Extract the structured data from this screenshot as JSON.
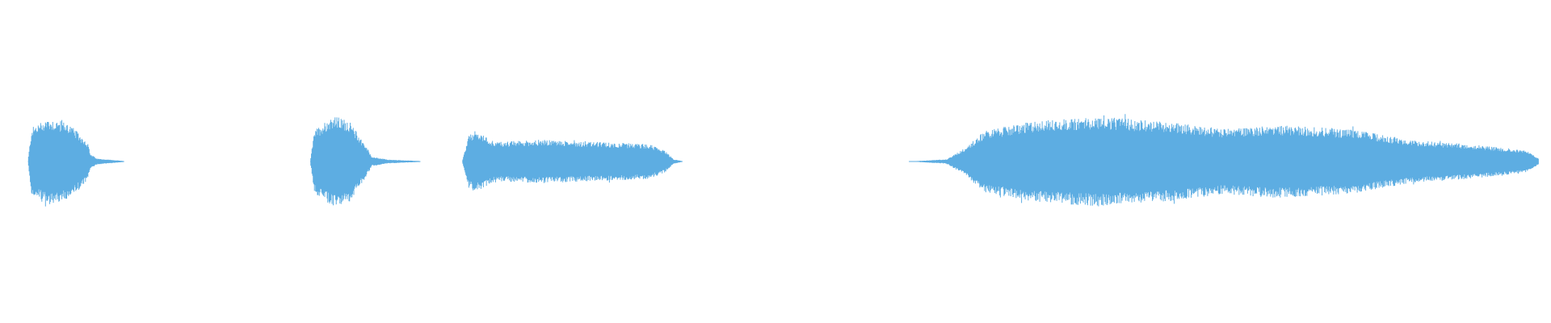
{
  "waveform": {
    "color": "#5DADE2",
    "background": "#ffffff",
    "segments": [
      {
        "name": "segment-1",
        "start": 0.018,
        "end": 0.08,
        "peak": 0.5,
        "envelope": [
          [
            0.0,
            0.0
          ],
          [
            0.04,
            0.7
          ],
          [
            0.2,
            0.9
          ],
          [
            0.42,
            0.8
          ],
          [
            0.62,
            0.4
          ],
          [
            0.65,
            0.15
          ],
          [
            0.72,
            0.06
          ],
          [
            1.0,
            0.01
          ]
        ]
      },
      {
        "name": "segment-2",
        "start": 0.2,
        "end": 0.271,
        "peak": 0.5,
        "envelope": [
          [
            0.0,
            0.0
          ],
          [
            0.04,
            0.65
          ],
          [
            0.2,
            0.95
          ],
          [
            0.35,
            0.85
          ],
          [
            0.5,
            0.35
          ],
          [
            0.56,
            0.1
          ],
          [
            0.7,
            0.04
          ],
          [
            1.0,
            0.01
          ]
        ]
      },
      {
        "name": "segment-3",
        "start": 0.298,
        "end": 0.44,
        "peak": 0.45,
        "envelope": [
          [
            0.0,
            0.0
          ],
          [
            0.03,
            0.6
          ],
          [
            0.06,
            0.7
          ],
          [
            0.15,
            0.45
          ],
          [
            0.35,
            0.5
          ],
          [
            0.6,
            0.45
          ],
          [
            0.85,
            0.4
          ],
          [
            0.92,
            0.25
          ],
          [
            0.96,
            0.05
          ],
          [
            1.0,
            0.01
          ]
        ]
      },
      {
        "name": "segment-4",
        "start": 0.586,
        "end": 0.992,
        "peak": 0.58,
        "envelope": [
          [
            0.0,
            0.0
          ],
          [
            0.06,
            0.04
          ],
          [
            0.09,
            0.25
          ],
          [
            0.12,
            0.55
          ],
          [
            0.2,
            0.72
          ],
          [
            0.3,
            0.8
          ],
          [
            0.42,
            0.7
          ],
          [
            0.5,
            0.58
          ],
          [
            0.58,
            0.65
          ],
          [
            0.7,
            0.58
          ],
          [
            0.8,
            0.38
          ],
          [
            0.9,
            0.3
          ],
          [
            0.98,
            0.2
          ],
          [
            1.0,
            0.05
          ]
        ]
      }
    ]
  }
}
